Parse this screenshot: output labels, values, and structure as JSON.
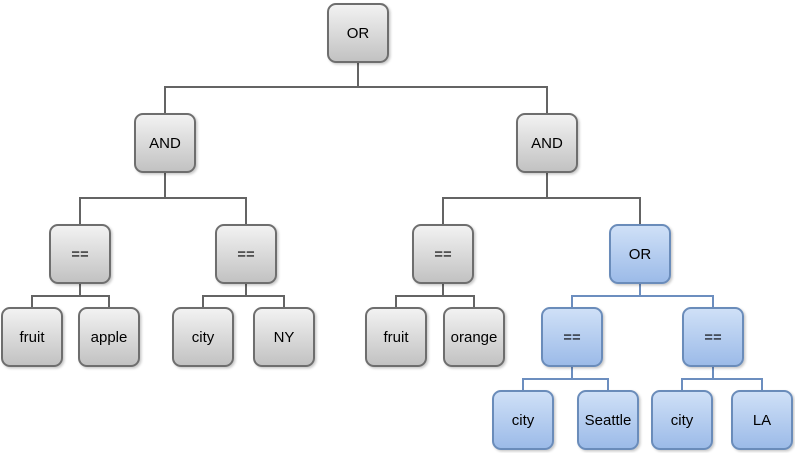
{
  "diagram": {
    "type": "expression-tree",
    "colors": {
      "gray_fill_top": "#f2f2f2",
      "gray_fill_bottom": "#c2c2c2",
      "gray_border": "#6e6e6e",
      "gray_edge_line": "#646464",
      "blue_fill_top": "#cfe0f7",
      "blue_fill_bottom": "#9cbbe8",
      "blue_border": "#6a8cba",
      "blue_edge_line": "#6c8ebf",
      "text": "#000000",
      "background": "#ffffff"
    },
    "nodes": {
      "root_or": {
        "label": "OR",
        "variant": "gray"
      },
      "and_left": {
        "label": "AND",
        "variant": "gray"
      },
      "and_right": {
        "label": "AND",
        "variant": "gray"
      },
      "eq_fruit_apple": {
        "label": "==",
        "variant": "gray"
      },
      "leaf_fruit_1": {
        "label": "fruit",
        "variant": "gray"
      },
      "leaf_apple": {
        "label": "apple",
        "variant": "gray"
      },
      "eq_city_ny": {
        "label": "==",
        "variant": "gray"
      },
      "leaf_city_1": {
        "label": "city",
        "variant": "gray"
      },
      "leaf_ny": {
        "label": "NY",
        "variant": "gray"
      },
      "eq_fruit_orange": {
        "label": "==",
        "variant": "gray"
      },
      "leaf_fruit_2": {
        "label": "fruit",
        "variant": "gray"
      },
      "leaf_orange": {
        "label": "orange",
        "variant": "gray"
      },
      "or_blue": {
        "label": "OR",
        "variant": "blue"
      },
      "eq_city_seattle": {
        "label": "==",
        "variant": "blue"
      },
      "leaf_city_2": {
        "label": "city",
        "variant": "blue"
      },
      "leaf_seattle": {
        "label": "Seattle",
        "variant": "blue"
      },
      "eq_city_la": {
        "label": "==",
        "variant": "blue"
      },
      "leaf_city_3": {
        "label": "city",
        "variant": "blue"
      },
      "leaf_la": {
        "label": "LA",
        "variant": "blue"
      }
    },
    "structure": {
      "label": "OR",
      "children": [
        {
          "label": "AND",
          "children": [
            {
              "label": "==",
              "children": [
                {
                  "label": "fruit"
                },
                {
                  "label": "apple"
                }
              ]
            },
            {
              "label": "==",
              "children": [
                {
                  "label": "city"
                },
                {
                  "label": "NY"
                }
              ]
            }
          ]
        },
        {
          "label": "AND",
          "children": [
            {
              "label": "==",
              "children": [
                {
                  "label": "fruit"
                },
                {
                  "label": "orange"
                }
              ]
            },
            {
              "label": "OR",
              "highlighted": true,
              "children": [
                {
                  "label": "==",
                  "highlighted": true,
                  "children": [
                    {
                      "label": "city"
                    },
                    {
                      "label": "Seattle"
                    }
                  ]
                },
                {
                  "label": "==",
                  "highlighted": true,
                  "children": [
                    {
                      "label": "city"
                    },
                    {
                      "label": "LA"
                    }
                  ]
                }
              ]
            }
          ]
        }
      ]
    }
  }
}
